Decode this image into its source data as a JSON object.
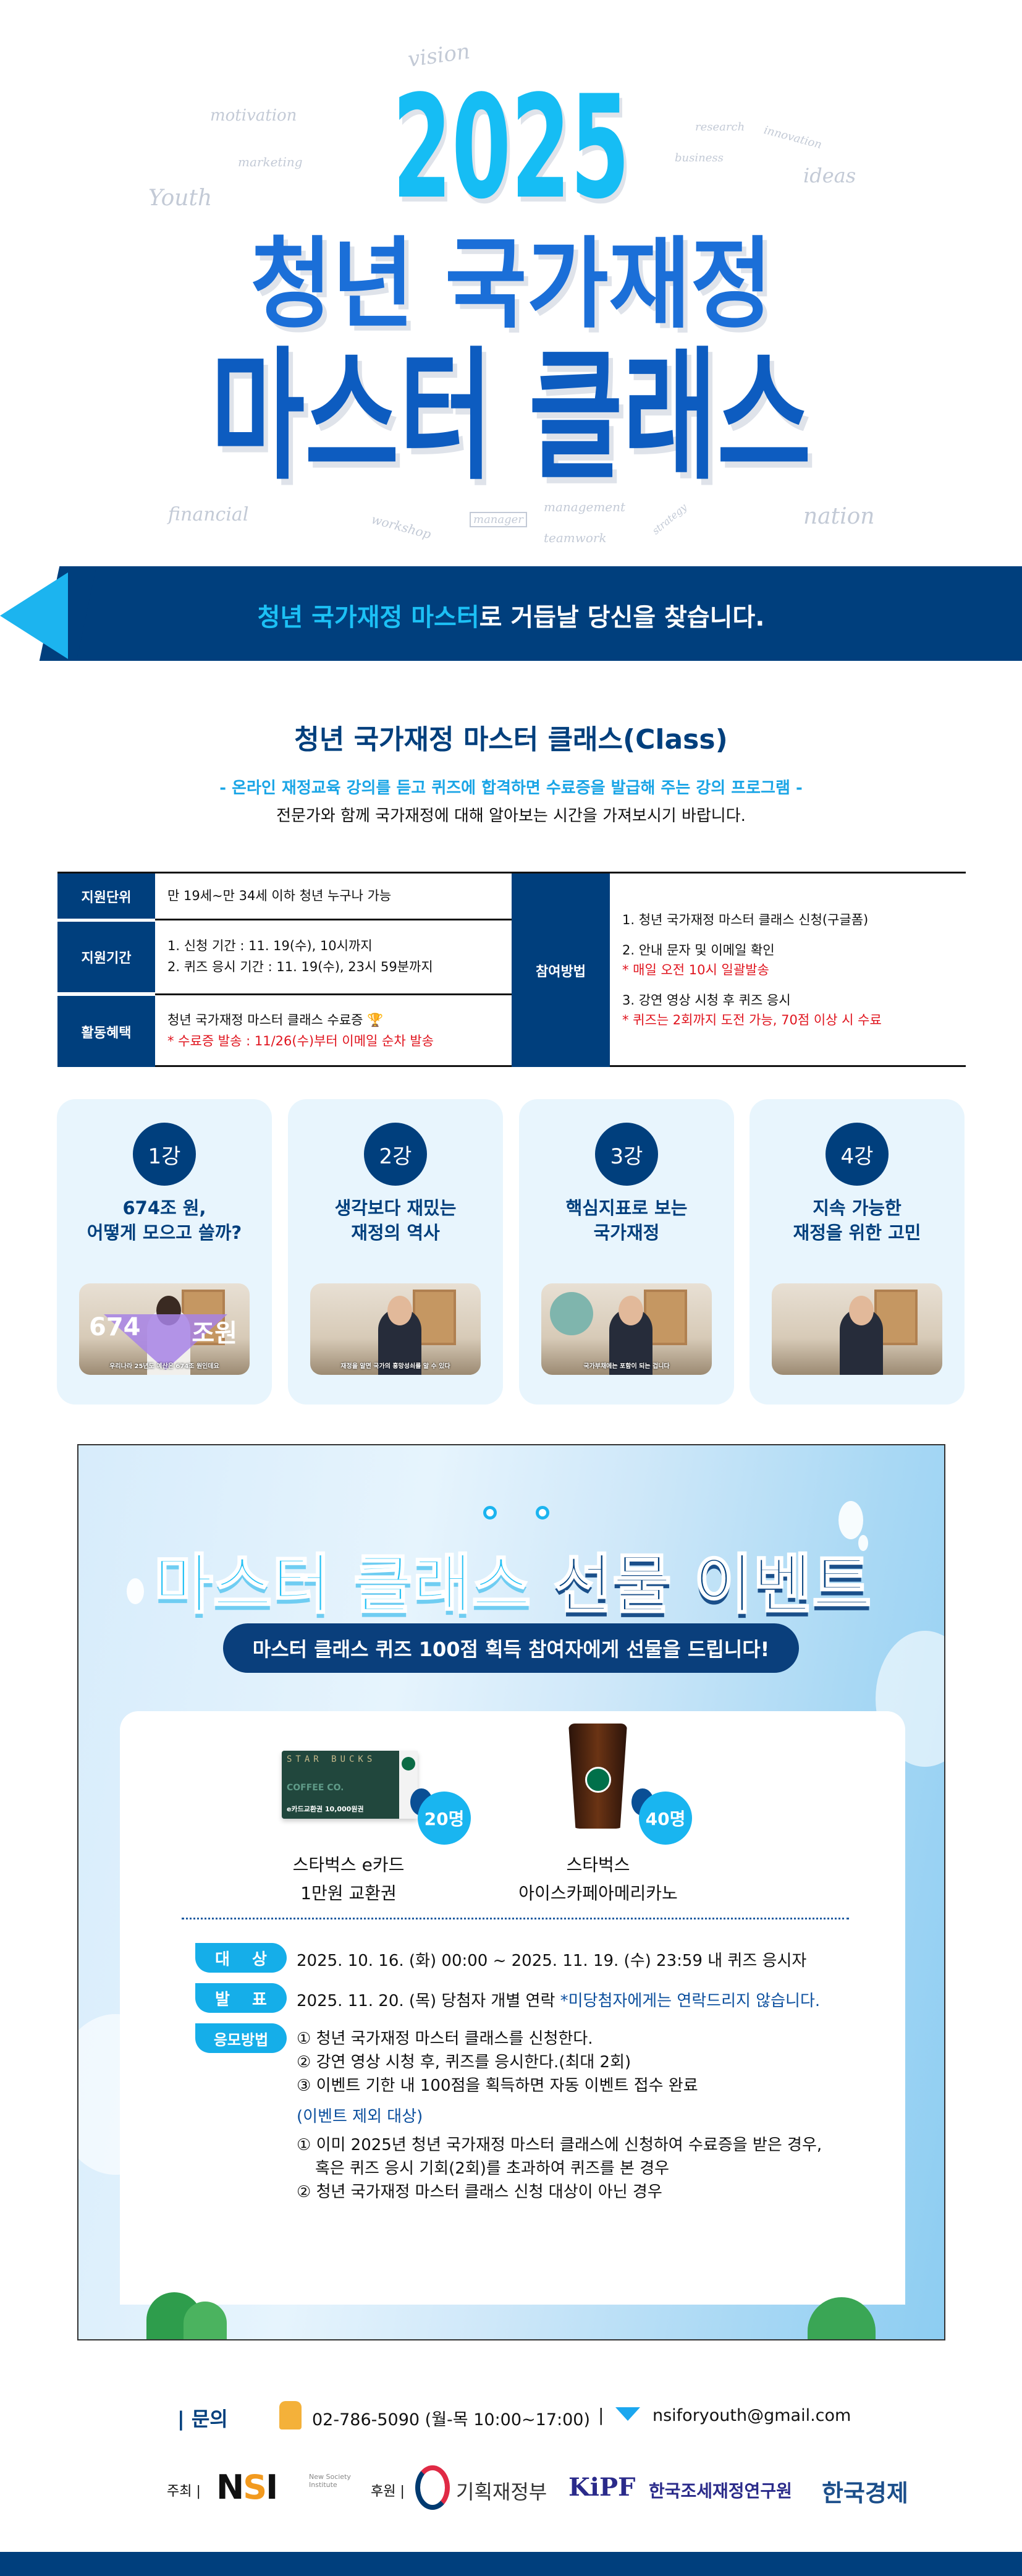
{
  "hero": {
    "year": "2025",
    "line1": "청년 국가재정",
    "line2": "마스터 클래스",
    "sketch_words": [
      "motivation",
      "vision",
      "marketing",
      "Youth",
      "ideas",
      "research",
      "innovation",
      "business",
      "financial",
      "workshop",
      "manager",
      "management",
      "teamwork",
      "strategy",
      "nation"
    ]
  },
  "banner": {
    "highlight": "청년 국가재정 마스터",
    "rest": "로 거듭날 당신을 찾습니다."
  },
  "intro": {
    "title": "청년 국가재정 마스터 클래스(Class)",
    "subtitle": "- 온라인 재정교육 강의를 듣고 퀴즈에 합격하면 수료증을 발급해 주는 강의 프로그램 -",
    "description": "전문가와 함께 국가재정에 대해 알아보는 시간을 가져보시기 바랍니다."
  },
  "table": {
    "eligibility": {
      "label": "지원단위",
      "text": "만 19세~만 34세 이하 청년 누구나 가능"
    },
    "period": {
      "label": "지원기간",
      "lines": [
        "1. 신청 기간 : 11. 19(수), 10시까지",
        "2. 퀴즈 응시 기간 : 11. 19(수), 23시 59분까지"
      ]
    },
    "benefit": {
      "label": "활동혜택",
      "text": "청년 국가재정 마스터 클래스 수료증",
      "note": "* 수료증 발송 : 11/26(수)부터 이메일 순차 발송"
    },
    "method": {
      "label": "참여방법",
      "step1": "1. 청년 국가재정 마스터 클래스 신청(구글폼)",
      "step2": "2. 안내 문자 및 이메일 확인",
      "step2_note": "* 매일 오전 10시 일괄발송",
      "step3": "3. 강연 영상 시청 후 퀴즈 응시",
      "step3_note": "* 퀴즈는 2회까지 도전 가능, 70점 이상 시 수료"
    }
  },
  "lectures": [
    {
      "num": "1강",
      "title": "674조 원,\n어떻게 모으고 쓸까?",
      "caption": "우리나라 25년도 예산은 674조 원인데요",
      "overlay_left": "674",
      "overlay_right": "조원"
    },
    {
      "num": "2강",
      "title": "생각보다 재밌는\n재정의 역사",
      "caption": "재정을 알면 국가의 흥망성쇠를 알 수 있다"
    },
    {
      "num": "3강",
      "title": "핵심지표로 보는\n국가재정",
      "caption": "국가부채에는 포함이 되는 겁니다"
    },
    {
      "num": "4강",
      "title": "지속 가능한\n재정을 위한 고민",
      "caption": ""
    }
  ],
  "event": {
    "title_a": "마스터 클래스",
    "title_b": "선물 이벤트",
    "pill": "마스터 클래스 퀴즈 100점 획득 참여자에게 선물을 드립니다!",
    "prizes": [
      {
        "count": "20명",
        "line1": "스타벅스 e카드",
        "line2": "1만원 교환권",
        "card_text": "STAR BUCKS",
        "card_co": "COFFEE CO.",
        "card_value": "e카드교환권 10,000원권"
      },
      {
        "count": "40명",
        "line1": "스타벅스",
        "line2": "아이스카페아메리카노"
      }
    ],
    "target": {
      "label_a": "대",
      "label_b": "상",
      "text": "2025. 10. 16. (화) 00:00 ~ 2025. 11. 19. (수) 23:59 내 퀴즈 응시자"
    },
    "announce": {
      "label_a": "발",
      "label_b": "표",
      "text": "2025. 11. 20. (목) 당첨자 개별 연락 ",
      "note": "*미당첨자에게는 연락드리지 않습니다."
    },
    "apply": {
      "label": "응모방법",
      "steps": [
        "① 청년 국가재정 마스터 클래스를 신청한다.",
        "② 강연 영상 시청 후, 퀴즈를 응시한다.(최대 2회)",
        "③ 이벤트 기한 내 100점을 획득하면 자동 이벤트 접수 완료"
      ]
    },
    "exclusion": {
      "title": "(이벤트 제외 대상)",
      "items": [
        "① 이미 2025년 청년 국가재정 마스터 클래스에 신청하여 수료증을 받은 경우,",
        "혹은 퀴즈 응시 기회(2회)를 초과하여 퀴즈를 본 경우",
        "② 청년 국가재정 마스터 클래스 신청 대상이 아닌 경우"
      ]
    }
  },
  "contact": {
    "label": "| 문의",
    "phone": "02-786-5090 (월-목 10:00~17:00)",
    "divider": "|",
    "email": "nsiforyouth@gmail.com"
  },
  "sponsors": {
    "host_label": "주최 |",
    "host_logo": "NSI",
    "host_logo_sub": "New Society Institute",
    "support_label": "후원 |",
    "support": [
      "기획재정부",
      "한국조세재정연구원",
      "한국경제"
    ],
    "kipf_logo": "KiPF"
  },
  "colors": {
    "navy": "#003f7d",
    "cyan": "#1cb4ef",
    "red": "#e0141e",
    "card_bg": "#e8f5fd"
  }
}
